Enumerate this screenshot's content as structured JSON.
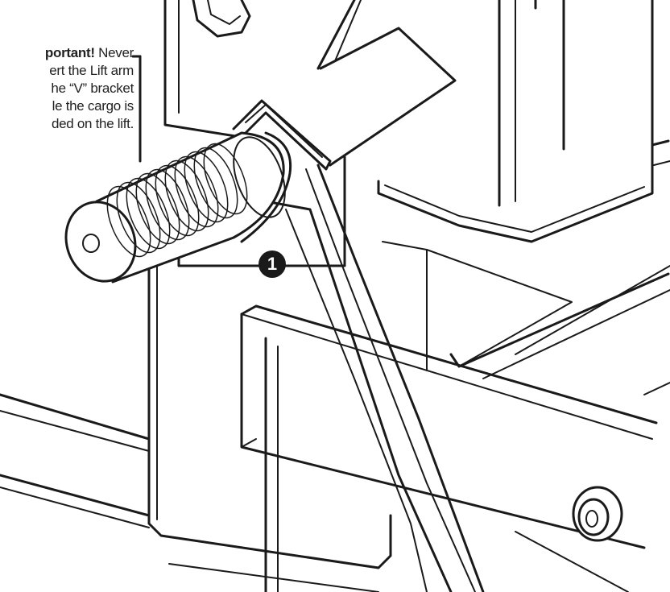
{
  "note": {
    "emphasis": "portant!",
    "after_emphasis": " Never",
    "lines": [
      "ert the Lift arm",
      "he “V” bracket",
      "le the cargo is",
      "ded on the lift."
    ]
  },
  "callout": {
    "number": "1"
  },
  "colors": {
    "line": "#1a1a1a",
    "fill": "#ffffff",
    "shade": "#e8e8e8",
    "callout_badge": "#1a1a1a"
  }
}
